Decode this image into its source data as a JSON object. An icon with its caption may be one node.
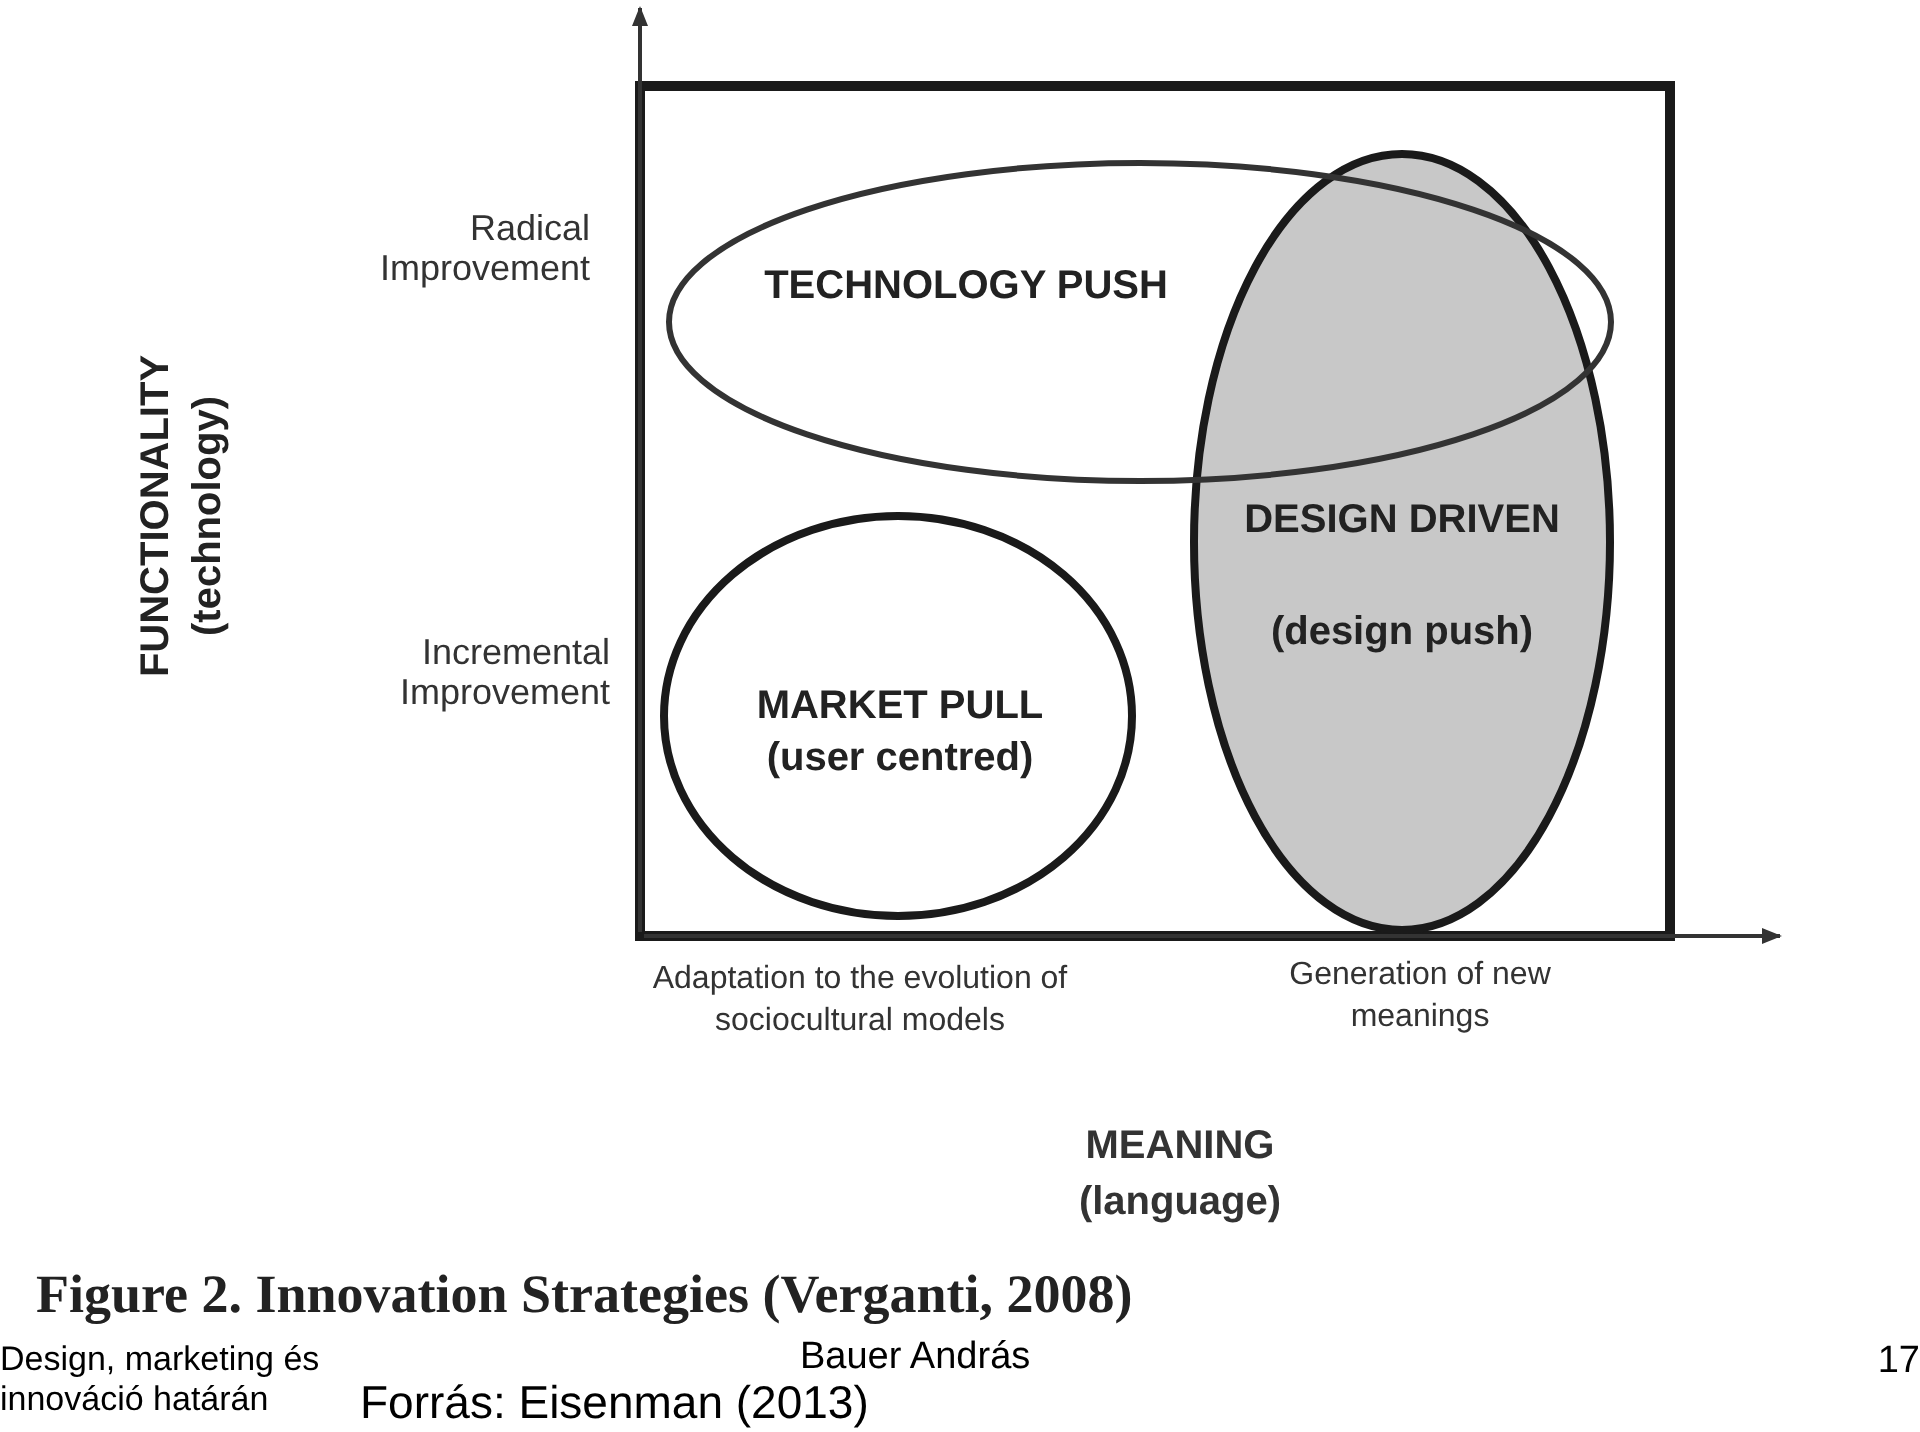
{
  "diagram": {
    "caption": "Figure 2. Innovation Strategies (Verganti, 2008)",
    "nodes": [
      {
        "text": [
          "DESIGN DRIVEN",
          "(design push)"
        ]
      },
      {
        "text": [
          "TECHNOLOGY PUSH"
        ]
      },
      {
        "text": [
          "MARKET PULL",
          "(user centred)"
        ]
      }
    ],
    "labels": [
      "Radical Improvement",
      "FUNCTIONALITY",
      "(technology)",
      "Incremental Improvement",
      "Adaptation to the evolution of sociocultural models",
      "Generation of new meanings",
      "MEANING",
      "(language)",
      "Design, marketing és innováció határán",
      "Bauer András",
      "17",
      "Forrás: Eisenman (2013)"
    ]
  }
}
